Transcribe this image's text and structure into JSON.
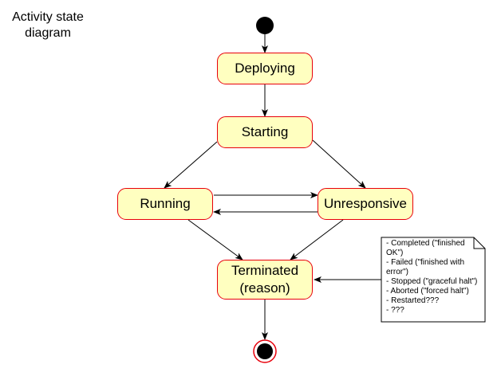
{
  "title": "Activity state diagram",
  "states": {
    "deploying": "Deploying",
    "starting": "Starting",
    "running": "Running",
    "unresponsive": "Unresponsive",
    "terminated_line1": "Terminated",
    "terminated_line2": "(reason)"
  },
  "note": {
    "lines": [
      "- Completed (\"finished",
      "OK\")",
      "- Failed (\"finished with",
      "error\")",
      "- Stopped (\"graceful halt\")",
      "- Aborted (\"forced halt\")",
      "- Restarted???",
      "- ???"
    ]
  },
  "colors": {
    "state_fill": "#ffffc0",
    "state_border": "#e8000b",
    "arrow": "#000000"
  }
}
